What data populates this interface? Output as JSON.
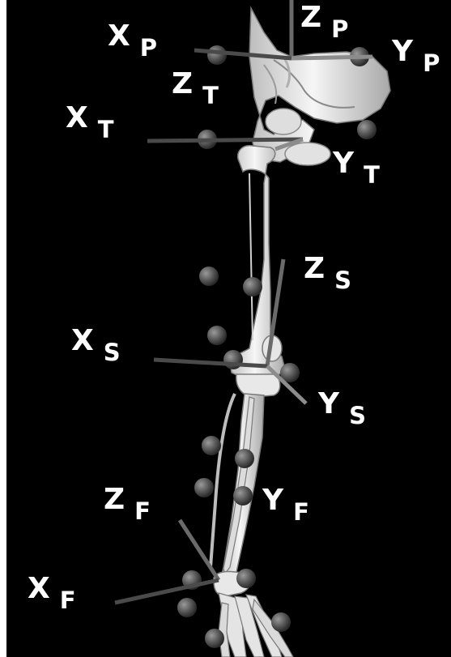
{
  "colors": {
    "background": "#000000",
    "bone": "#ececec",
    "bone_shade": "#9a9a9a",
    "axis_x": "#4a4a4a",
    "axis_y": "#8c8c8c",
    "axis_z": "#6a6a6a",
    "marker": "#5a5a5a",
    "label": "#ffffff"
  },
  "labels": {
    "xp": {
      "main": "X",
      "sub": "P"
    },
    "zp": {
      "main": "Z",
      "sub": "P"
    },
    "yp": {
      "main": "Y",
      "sub": "P"
    },
    "zt": {
      "main": "Z",
      "sub": "T"
    },
    "xt": {
      "main": "X",
      "sub": "T"
    },
    "yt": {
      "main": "Y",
      "sub": "T"
    },
    "zs": {
      "main": "Z",
      "sub": "S"
    },
    "xs": {
      "main": "X",
      "sub": "S"
    },
    "ys": {
      "main": "Y",
      "sub": "S"
    },
    "zf": {
      "main": "Z",
      "sub": "F"
    },
    "yf": {
      "main": "Y",
      "sub": "F"
    },
    "xf": {
      "main": "X",
      "sub": "F"
    }
  },
  "segments": [
    "pelvis",
    "thigh",
    "shank",
    "foot"
  ],
  "icons": [
    "pelvis-bone",
    "femur-bone",
    "tibia-bone",
    "fibula-bone",
    "foot-bones",
    "marker-sphere",
    "axis-line"
  ]
}
